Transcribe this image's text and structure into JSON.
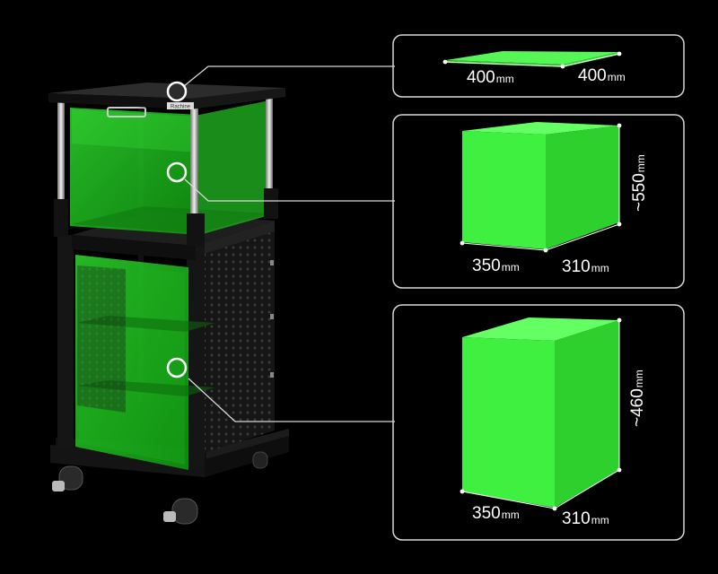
{
  "brand_plate": "Rachine",
  "panels": {
    "top_plate": {
      "width": "400",
      "depth": "400",
      "unit": "mm"
    },
    "upper_chamber": {
      "width": "350",
      "depth": "310",
      "height": "~550",
      "unit": "mm"
    },
    "lower_chamber": {
      "width": "350",
      "depth": "310",
      "height": "~460",
      "unit": "mm"
    }
  },
  "colors": {
    "background": "#000000",
    "accent_green": "#4dff4d",
    "panel_border": "#d8d8d8",
    "frame": "#1a1a1a"
  }
}
